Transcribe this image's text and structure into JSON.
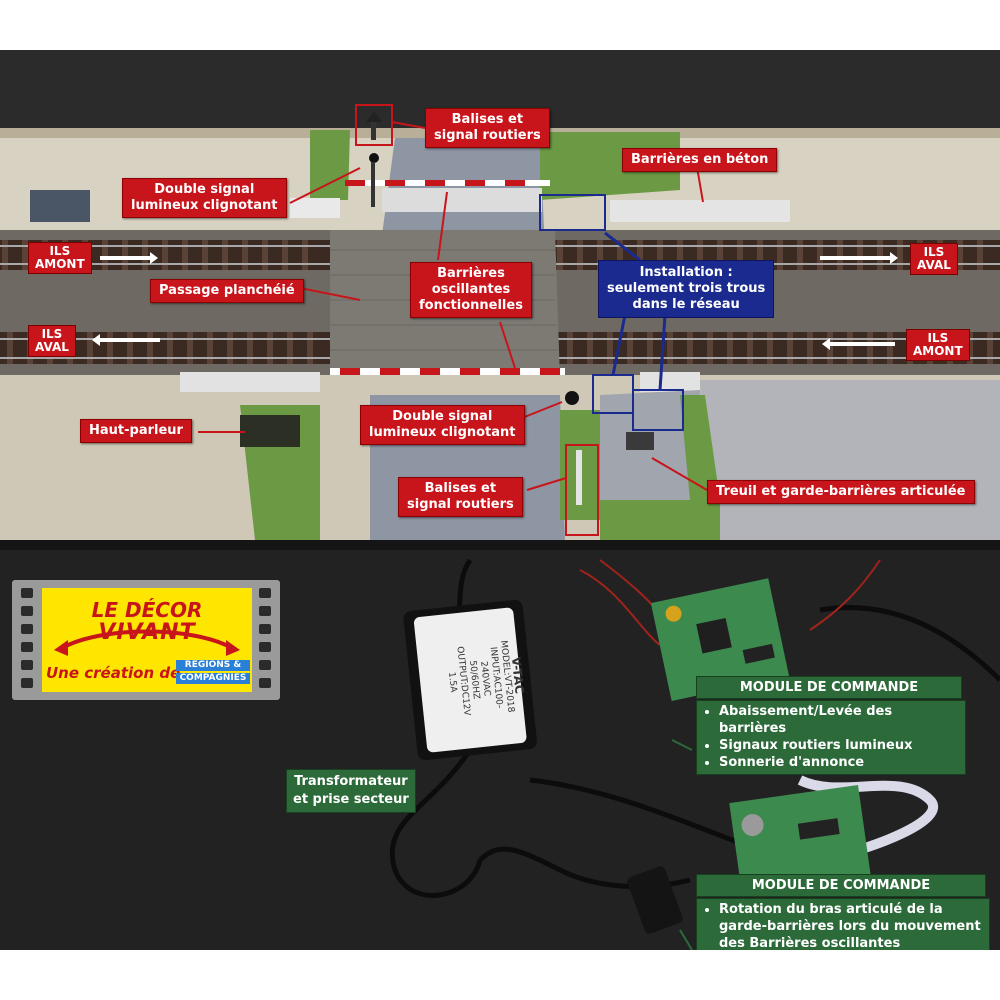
{
  "labels": {
    "balises_top": "Balises et\nsignal routiers",
    "barrieres_beton": "Barrières en béton",
    "double_signal_top": "Double signal\nlumineux clignotant",
    "barrieres_osc": "Barrières\noscillantes\nfonctionnelles",
    "passage": "Passage planchéié",
    "haut_parleur": "Haut-parleur",
    "double_signal_bottom": "Double signal\nlumineux clignotant",
    "balises_bottom": "Balises et\nsignal routiers",
    "treuil": "Treuil et garde-barrières articulée",
    "ils_amont_left": "ILS\nAMONT",
    "ils_aval_right": "ILS\nAVAL",
    "ils_aval_left": "ILS\nAVAL",
    "ils_amont_right": "ILS\nAMONT"
  },
  "installation": "Installation :\nseulement trois trous\ndans le réseau",
  "logo": {
    "line1": "LE DÉCOR",
    "line2": "VIVANT",
    "line3": "Une création de",
    "brand1": "REGIONS &",
    "brand2": "COMPAGNIES"
  },
  "transfo": "Transformateur\net prise secteur",
  "module1": {
    "title": "MODULE DE COMMANDE",
    "items": [
      "Abaissement/Levée des barrières",
      "Signaux routiers lumineux",
      "Sonnerie d'annonce"
    ]
  },
  "module2": {
    "title": "MODULE DE COMMANDE",
    "items": [
      "Rotation du bras articulé de la garde-barrières lors du mouvement des Barrières oscillantes"
    ]
  },
  "adapter_text": {
    "brand": "V-TAC",
    "model": "MODEL:VT-2018",
    "input": "INPUT:AC100-240VAC",
    "freq": "50/60HZ",
    "output": "OUTPUT:DC12V 1.5A"
  },
  "colors": {
    "label_red": "#c8141b",
    "label_blue": "#1b2a8f",
    "label_green": "#2c6a3a",
    "logo_yellow": "#ffe600"
  }
}
